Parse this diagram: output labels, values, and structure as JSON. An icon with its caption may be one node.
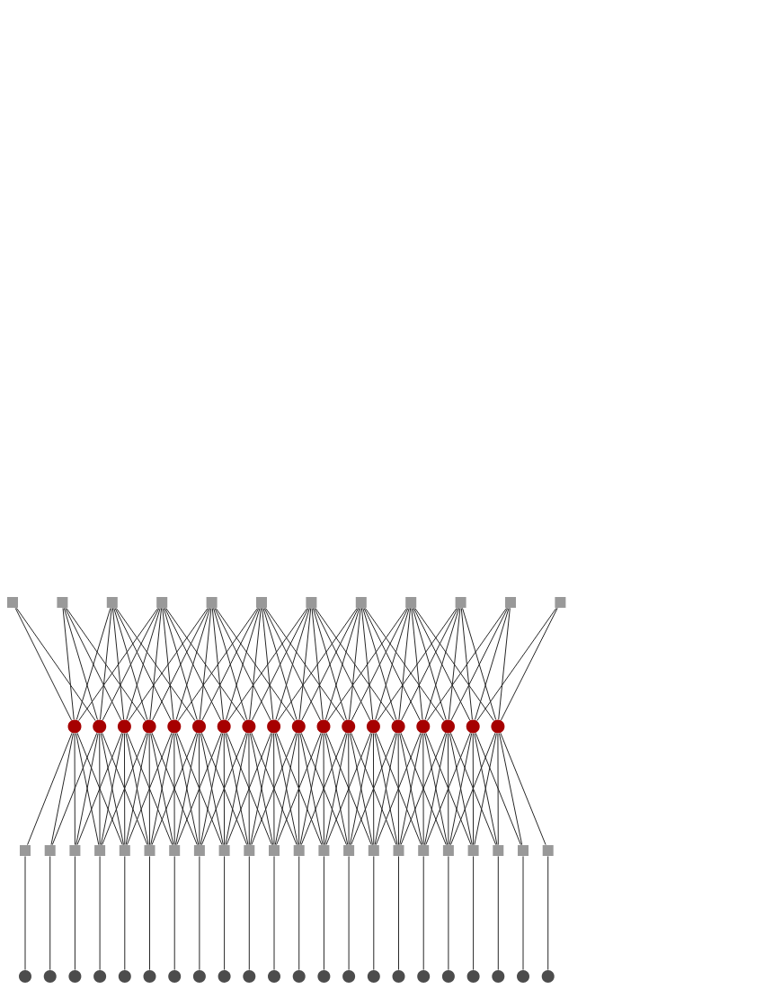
{
  "diagram": {
    "nodes": [
      {
        "text": [],
        "shape": "box"
      },
      {
        "text": [],
        "shape": "box"
      },
      {
        "text": [],
        "shape": "box"
      },
      {
        "text": [],
        "shape": "box"
      },
      {
        "text": [],
        "shape": "box"
      },
      {
        "text": [],
        "shape": "box"
      },
      {
        "text": [],
        "shape": "box"
      },
      {
        "text": [],
        "shape": "box"
      },
      {
        "text": [],
        "shape": "box"
      },
      {
        "text": [],
        "shape": "box"
      },
      {
        "text": [],
        "shape": "box"
      },
      {
        "text": [],
        "shape": "box"
      },
      {
        "text": [],
        "shape": "circle"
      },
      {
        "text": [],
        "shape": "circle"
      },
      {
        "text": [],
        "shape": "circle"
      },
      {
        "text": [],
        "shape": "circle"
      },
      {
        "text": [],
        "shape": "circle"
      },
      {
        "text": [],
        "shape": "circle"
      },
      {
        "text": [],
        "shape": "circle"
      },
      {
        "text": [],
        "shape": "circle"
      },
      {
        "text": [],
        "shape": "circle"
      },
      {
        "text": [],
        "shape": "circle"
      },
      {
        "text": [],
        "shape": "circle"
      },
      {
        "text": [],
        "shape": "circle"
      },
      {
        "text": [],
        "shape": "circle"
      },
      {
        "text": [],
        "shape": "circle"
      },
      {
        "text": [],
        "shape": "circle"
      },
      {
        "text": [],
        "shape": "circle"
      },
      {
        "text": [],
        "shape": "circle"
      },
      {
        "text": [],
        "shape": "circle"
      },
      {
        "text": [],
        "shape": "box"
      },
      {
        "text": [],
        "shape": "box"
      },
      {
        "text": [],
        "shape": "box"
      },
      {
        "text": [],
        "shape": "box"
      },
      {
        "text": [],
        "shape": "box"
      },
      {
        "text": [],
        "shape": "box"
      },
      {
        "text": [],
        "shape": "box"
      },
      {
        "text": [],
        "shape": "box"
      },
      {
        "text": [],
        "shape": "box"
      },
      {
        "text": [],
        "shape": "box"
      },
      {
        "text": [],
        "shape": "box"
      },
      {
        "text": [],
        "shape": "box"
      },
      {
        "text": [],
        "shape": "box"
      },
      {
        "text": [],
        "shape": "box"
      },
      {
        "text": [],
        "shape": "box"
      },
      {
        "text": [],
        "shape": "box"
      },
      {
        "text": [],
        "shape": "box"
      },
      {
        "text": [],
        "shape": "box"
      },
      {
        "text": [],
        "shape": "box"
      },
      {
        "text": [],
        "shape": "box"
      },
      {
        "text": [],
        "shape": "box"
      },
      {
        "text": [],
        "shape": "box"
      },
      {
        "text": [],
        "shape": "circle"
      },
      {
        "text": [],
        "shape": "circle"
      },
      {
        "text": [],
        "shape": "circle"
      },
      {
        "text": [],
        "shape": "circle"
      },
      {
        "text": [],
        "shape": "circle"
      },
      {
        "text": [],
        "shape": "circle"
      },
      {
        "text": [],
        "shape": "circle"
      },
      {
        "text": [],
        "shape": "circle"
      },
      {
        "text": [],
        "shape": "circle"
      },
      {
        "text": [],
        "shape": "circle"
      },
      {
        "text": [],
        "shape": "circle"
      },
      {
        "text": [],
        "shape": "circle"
      },
      {
        "text": [],
        "shape": "circle"
      },
      {
        "text": [],
        "shape": "circle"
      },
      {
        "text": [],
        "shape": "circle"
      },
      {
        "text": [],
        "shape": "circle"
      },
      {
        "text": [],
        "shape": "circle"
      },
      {
        "text": [],
        "shape": "circle"
      },
      {
        "text": [],
        "shape": "circle"
      },
      {
        "text": [],
        "shape": "circle"
      },
      {
        "text": [],
        "shape": "circle"
      },
      {
        "text": [],
        "shape": "circle"
      }
    ],
    "edges": [
      {
        "from": 0,
        "to": 12,
        "arrow": "none"
      },
      {
        "from": 1,
        "to": 12,
        "arrow": "none"
      },
      {
        "from": 2,
        "to": 12,
        "arrow": "none"
      },
      {
        "from": 3,
        "to": 12,
        "arrow": "none"
      },
      {
        "from": 0,
        "to": 13,
        "arrow": "none"
      },
      {
        "from": 1,
        "to": 13,
        "arrow": "none"
      },
      {
        "from": 2,
        "to": 13,
        "arrow": "none"
      },
      {
        "from": 3,
        "to": 13,
        "arrow": "none"
      },
      {
        "from": 1,
        "to": 14,
        "arrow": "none"
      },
      {
        "from": 2,
        "to": 14,
        "arrow": "none"
      },
      {
        "from": 3,
        "to": 14,
        "arrow": "none"
      },
      {
        "from": 4,
        "to": 14,
        "arrow": "none"
      },
      {
        "from": 1,
        "to": 15,
        "arrow": "none"
      },
      {
        "from": 2,
        "to": 15,
        "arrow": "none"
      },
      {
        "from": 3,
        "to": 15,
        "arrow": "none"
      },
      {
        "from": 4,
        "to": 15,
        "arrow": "none"
      },
      {
        "from": 2,
        "to": 16,
        "arrow": "none"
      },
      {
        "from": 3,
        "to": 16,
        "arrow": "none"
      },
      {
        "from": 4,
        "to": 16,
        "arrow": "none"
      },
      {
        "from": 5,
        "to": 16,
        "arrow": "none"
      },
      {
        "from": 2,
        "to": 17,
        "arrow": "none"
      },
      {
        "from": 3,
        "to": 17,
        "arrow": "none"
      },
      {
        "from": 4,
        "to": 17,
        "arrow": "none"
      },
      {
        "from": 5,
        "to": 17,
        "arrow": "none"
      },
      {
        "from": 3,
        "to": 18,
        "arrow": "none"
      },
      {
        "from": 4,
        "to": 18,
        "arrow": "none"
      },
      {
        "from": 5,
        "to": 18,
        "arrow": "none"
      },
      {
        "from": 6,
        "to": 18,
        "arrow": "none"
      },
      {
        "from": 3,
        "to": 19,
        "arrow": "none"
      },
      {
        "from": 4,
        "to": 19,
        "arrow": "none"
      },
      {
        "from": 5,
        "to": 19,
        "arrow": "none"
      },
      {
        "from": 6,
        "to": 19,
        "arrow": "none"
      },
      {
        "from": 4,
        "to": 20,
        "arrow": "none"
      },
      {
        "from": 5,
        "to": 20,
        "arrow": "none"
      },
      {
        "from": 6,
        "to": 20,
        "arrow": "none"
      },
      {
        "from": 7,
        "to": 20,
        "arrow": "none"
      },
      {
        "from": 4,
        "to": 21,
        "arrow": "none"
      },
      {
        "from": 5,
        "to": 21,
        "arrow": "none"
      },
      {
        "from": 6,
        "to": 21,
        "arrow": "none"
      },
      {
        "from": 7,
        "to": 21,
        "arrow": "none"
      },
      {
        "from": 5,
        "to": 22,
        "arrow": "none"
      },
      {
        "from": 6,
        "to": 22,
        "arrow": "none"
      },
      {
        "from": 7,
        "to": 22,
        "arrow": "none"
      },
      {
        "from": 8,
        "to": 22,
        "arrow": "none"
      },
      {
        "from": 5,
        "to": 23,
        "arrow": "none"
      },
      {
        "from": 6,
        "to": 23,
        "arrow": "none"
      },
      {
        "from": 7,
        "to": 23,
        "arrow": "none"
      },
      {
        "from": 8,
        "to": 23,
        "arrow": "none"
      },
      {
        "from": 6,
        "to": 24,
        "arrow": "none"
      },
      {
        "from": 7,
        "to": 24,
        "arrow": "none"
      },
      {
        "from": 8,
        "to": 24,
        "arrow": "none"
      },
      {
        "from": 9,
        "to": 24,
        "arrow": "none"
      },
      {
        "from": 6,
        "to": 25,
        "arrow": "none"
      },
      {
        "from": 7,
        "to": 25,
        "arrow": "none"
      },
      {
        "from": 8,
        "to": 25,
        "arrow": "none"
      },
      {
        "from": 9,
        "to": 25,
        "arrow": "none"
      },
      {
        "from": 7,
        "to": 26,
        "arrow": "none"
      },
      {
        "from": 8,
        "to": 26,
        "arrow": "none"
      },
      {
        "from": 9,
        "to": 26,
        "arrow": "none"
      },
      {
        "from": 10,
        "to": 26,
        "arrow": "none"
      },
      {
        "from": 7,
        "to": 27,
        "arrow": "none"
      },
      {
        "from": 8,
        "to": 27,
        "arrow": "none"
      },
      {
        "from": 9,
        "to": 27,
        "arrow": "none"
      },
      {
        "from": 10,
        "to": 27,
        "arrow": "none"
      },
      {
        "from": 8,
        "to": 28,
        "arrow": "none"
      },
      {
        "from": 9,
        "to": 28,
        "arrow": "none"
      },
      {
        "from": 10,
        "to": 28,
        "arrow": "none"
      },
      {
        "from": 11,
        "to": 28,
        "arrow": "none"
      },
      {
        "from": 8,
        "to": 29,
        "arrow": "none"
      },
      {
        "from": 9,
        "to": 29,
        "arrow": "none"
      },
      {
        "from": 10,
        "to": 29,
        "arrow": "none"
      },
      {
        "from": 11,
        "to": 29,
        "arrow": "none"
      },
      {
        "from": 12,
        "to": 30,
        "arrow": "none"
      },
      {
        "from": 12,
        "to": 31,
        "arrow": "none"
      },
      {
        "from": 12,
        "to": 32,
        "arrow": "none"
      },
      {
        "from": 12,
        "to": 33,
        "arrow": "none"
      },
      {
        "from": 12,
        "to": 34,
        "arrow": "none"
      },
      {
        "from": 13,
        "to": 31,
        "arrow": "none"
      },
      {
        "from": 13,
        "to": 32,
        "arrow": "none"
      },
      {
        "from": 13,
        "to": 33,
        "arrow": "none"
      },
      {
        "from": 13,
        "to": 34,
        "arrow": "none"
      },
      {
        "from": 13,
        "to": 35,
        "arrow": "none"
      },
      {
        "from": 14,
        "to": 32,
        "arrow": "none"
      },
      {
        "from": 14,
        "to": 33,
        "arrow": "none"
      },
      {
        "from": 14,
        "to": 34,
        "arrow": "none"
      },
      {
        "from": 14,
        "to": 35,
        "arrow": "none"
      },
      {
        "from": 14,
        "to": 36,
        "arrow": "none"
      },
      {
        "from": 15,
        "to": 33,
        "arrow": "none"
      },
      {
        "from": 15,
        "to": 34,
        "arrow": "none"
      },
      {
        "from": 15,
        "to": 35,
        "arrow": "none"
      },
      {
        "from": 15,
        "to": 36,
        "arrow": "none"
      },
      {
        "from": 15,
        "to": 37,
        "arrow": "none"
      },
      {
        "from": 16,
        "to": 34,
        "arrow": "none"
      },
      {
        "from": 16,
        "to": 35,
        "arrow": "none"
      },
      {
        "from": 16,
        "to": 36,
        "arrow": "none"
      },
      {
        "from": 16,
        "to": 37,
        "arrow": "none"
      },
      {
        "from": 16,
        "to": 38,
        "arrow": "none"
      },
      {
        "from": 17,
        "to": 35,
        "arrow": "none"
      },
      {
        "from": 17,
        "to": 36,
        "arrow": "none"
      },
      {
        "from": 17,
        "to": 37,
        "arrow": "none"
      },
      {
        "from": 17,
        "to": 38,
        "arrow": "none"
      },
      {
        "from": 17,
        "to": 39,
        "arrow": "none"
      },
      {
        "from": 18,
        "to": 36,
        "arrow": "none"
      },
      {
        "from": 18,
        "to": 37,
        "arrow": "none"
      },
      {
        "from": 18,
        "to": 38,
        "arrow": "none"
      },
      {
        "from": 18,
        "to": 39,
        "arrow": "none"
      },
      {
        "from": 18,
        "to": 40,
        "arrow": "none"
      },
      {
        "from": 19,
        "to": 37,
        "arrow": "none"
      },
      {
        "from": 19,
        "to": 38,
        "arrow": "none"
      },
      {
        "from": 19,
        "to": 39,
        "arrow": "none"
      },
      {
        "from": 19,
        "to": 40,
        "arrow": "none"
      },
      {
        "from": 19,
        "to": 41,
        "arrow": "none"
      },
      {
        "from": 20,
        "to": 38,
        "arrow": "none"
      },
      {
        "from": 20,
        "to": 39,
        "arrow": "none"
      },
      {
        "from": 20,
        "to": 40,
        "arrow": "none"
      },
      {
        "from": 20,
        "to": 41,
        "arrow": "none"
      },
      {
        "from": 20,
        "to": 42,
        "arrow": "none"
      },
      {
        "from": 21,
        "to": 39,
        "arrow": "none"
      },
      {
        "from": 21,
        "to": 40,
        "arrow": "none"
      },
      {
        "from": 21,
        "to": 41,
        "arrow": "none"
      },
      {
        "from": 21,
        "to": 42,
        "arrow": "none"
      },
      {
        "from": 21,
        "to": 43,
        "arrow": "none"
      },
      {
        "from": 22,
        "to": 40,
        "arrow": "none"
      },
      {
        "from": 22,
        "to": 41,
        "arrow": "none"
      },
      {
        "from": 22,
        "to": 42,
        "arrow": "none"
      },
      {
        "from": 22,
        "to": 43,
        "arrow": "none"
      },
      {
        "from": 22,
        "to": 44,
        "arrow": "none"
      },
      {
        "from": 23,
        "to": 41,
        "arrow": "none"
      },
      {
        "from": 23,
        "to": 42,
        "arrow": "none"
      },
      {
        "from": 23,
        "to": 43,
        "arrow": "none"
      },
      {
        "from": 23,
        "to": 44,
        "arrow": "none"
      },
      {
        "from": 23,
        "to": 45,
        "arrow": "none"
      },
      {
        "from": 24,
        "to": 42,
        "arrow": "none"
      },
      {
        "from": 24,
        "to": 43,
        "arrow": "none"
      },
      {
        "from": 24,
        "to": 44,
        "arrow": "none"
      },
      {
        "from": 24,
        "to": 45,
        "arrow": "none"
      },
      {
        "from": 24,
        "to": 46,
        "arrow": "none"
      },
      {
        "from": 25,
        "to": 43,
        "arrow": "none"
      },
      {
        "from": 25,
        "to": 44,
        "arrow": "none"
      },
      {
        "from": 25,
        "to": 45,
        "arrow": "none"
      },
      {
        "from": 25,
        "to": 46,
        "arrow": "none"
      },
      {
        "from": 25,
        "to": 47,
        "arrow": "none"
      },
      {
        "from": 26,
        "to": 44,
        "arrow": "none"
      },
      {
        "from": 26,
        "to": 45,
        "arrow": "none"
      },
      {
        "from": 26,
        "to": 46,
        "arrow": "none"
      },
      {
        "from": 26,
        "to": 47,
        "arrow": "none"
      },
      {
        "from": 26,
        "to": 48,
        "arrow": "none"
      },
      {
        "from": 27,
        "to": 45,
        "arrow": "none"
      },
      {
        "from": 27,
        "to": 46,
        "arrow": "none"
      },
      {
        "from": 27,
        "to": 47,
        "arrow": "none"
      },
      {
        "from": 27,
        "to": 48,
        "arrow": "none"
      },
      {
        "from": 27,
        "to": 49,
        "arrow": "none"
      },
      {
        "from": 28,
        "to": 46,
        "arrow": "none"
      },
      {
        "from": 28,
        "to": 47,
        "arrow": "none"
      },
      {
        "from": 28,
        "to": 48,
        "arrow": "none"
      },
      {
        "from": 28,
        "to": 49,
        "arrow": "none"
      },
      {
        "from": 28,
        "to": 50,
        "arrow": "none"
      },
      {
        "from": 29,
        "to": 47,
        "arrow": "none"
      },
      {
        "from": 29,
        "to": 48,
        "arrow": "none"
      },
      {
        "from": 29,
        "to": 49,
        "arrow": "none"
      },
      {
        "from": 29,
        "to": 50,
        "arrow": "none"
      },
      {
        "from": 29,
        "to": 51,
        "arrow": "none"
      },
      {
        "from": 30,
        "to": 52,
        "arrow": "none"
      },
      {
        "from": 31,
        "to": 53,
        "arrow": "none"
      },
      {
        "from": 32,
        "to": 54,
        "arrow": "none"
      },
      {
        "from": 33,
        "to": 55,
        "arrow": "none"
      },
      {
        "from": 34,
        "to": 56,
        "arrow": "none"
      },
      {
        "from": 35,
        "to": 57,
        "arrow": "none"
      },
      {
        "from": 36,
        "to": 58,
        "arrow": "none"
      },
      {
        "from": 37,
        "to": 59,
        "arrow": "none"
      },
      {
        "from": 38,
        "to": 60,
        "arrow": "none"
      },
      {
        "from": 39,
        "to": 61,
        "arrow": "none"
      },
      {
        "from": 40,
        "to": 62,
        "arrow": "none"
      },
      {
        "from": 41,
        "to": 63,
        "arrow": "none"
      },
      {
        "from": 42,
        "to": 64,
        "arrow": "none"
      },
      {
        "from": 43,
        "to": 65,
        "arrow": "none"
      },
      {
        "from": 44,
        "to": 66,
        "arrow": "none"
      },
      {
        "from": 45,
        "to": 67,
        "arrow": "none"
      },
      {
        "from": 46,
        "to": 68,
        "arrow": "none"
      },
      {
        "from": 47,
        "to": 69,
        "arrow": "none"
      },
      {
        "from": 48,
        "to": 70,
        "arrow": "none"
      },
      {
        "from": 49,
        "to": 71,
        "arrow": "none"
      },
      {
        "from": 50,
        "to": 72,
        "arrow": "none"
      },
      {
        "from": 51,
        "to": 73,
        "arrow": "none"
      }
    ]
  }
}
